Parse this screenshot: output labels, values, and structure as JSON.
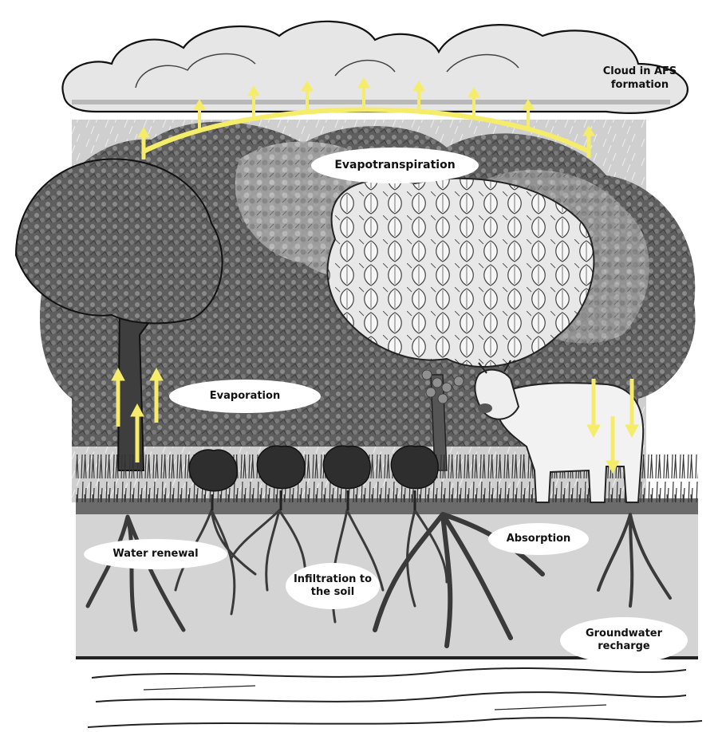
{
  "labels": {
    "cloud": "Cloud in AFS formation",
    "evapotranspiration": "Evapotranspiration",
    "evaporation": "Evaporation",
    "water_renewal": "Water renewal",
    "infiltration": "Infiltration to the soil",
    "absorption": "Absorption",
    "groundwater": "Groundwater recharge"
  },
  "colors": {
    "arrow": "#f5ec6a",
    "canopy_dark": "#5e5e5e",
    "canopy_light": "#9a9a9a",
    "soil": "#d4d4d4",
    "ground": "#6b6b6b",
    "sky_haze": "#cfcfcf"
  },
  "flows": {
    "upward": [
      "evapotranspiration",
      "evaporation"
    ],
    "downward": [
      "absorption",
      "infiltration"
    ]
  }
}
